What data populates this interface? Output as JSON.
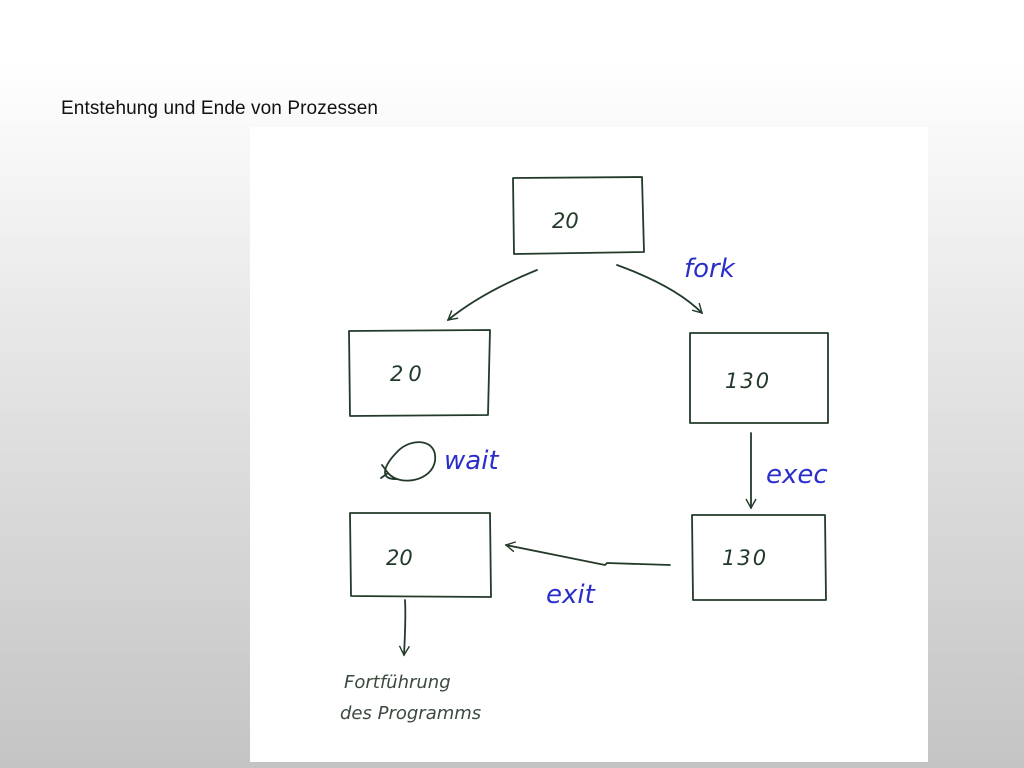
{
  "slide": {
    "title": "Entstehung und Ende von Prozessen"
  },
  "diagram": {
    "boxes": {
      "parent_top": "20",
      "parent_left": "20",
      "child_right": "130",
      "parent_bottom": "20",
      "child_bottom": "130"
    },
    "labels": {
      "fork": "fork",
      "wait": "wait",
      "exec": "exec",
      "exit": "exit"
    },
    "note": {
      "line1": "Fortführung",
      "line2": "des Programms"
    },
    "colors": {
      "ink_dark": "#233a2a",
      "ink_blue": "#2b2fc9",
      "ink_note": "#3a4a3e"
    }
  }
}
